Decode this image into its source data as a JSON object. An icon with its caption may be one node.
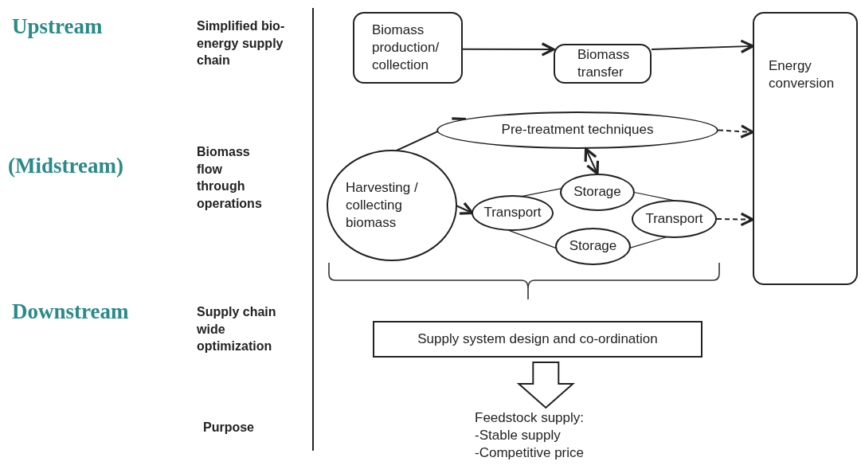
{
  "diagram": {
    "nodes": [
      {
        "text": [
          "Biomass production/ collection"
        ]
      },
      {
        "text": [
          "Biomass transfer"
        ]
      },
      {
        "text": [
          "Energy conversion"
        ]
      },
      {
        "text": [
          "Pre-treatment techniques"
        ]
      },
      {
        "text": [
          "Harvesting / collecting biomass"
        ]
      },
      {
        "text": [
          "Storage"
        ]
      },
      {
        "text": [
          "Transport"
        ]
      },
      {
        "text": [
          "Transport"
        ]
      },
      {
        "text": [
          "Storage"
        ]
      },
      {
        "text": [
          "Supply system design and co-ordination"
        ]
      },
      {
        "text": [
          "Feedstock supply:",
          "-Stable supply",
          "-Competitive price"
        ]
      }
    ],
    "edges": [
      {
        "from": 0,
        "to": 1,
        "arrow": "to"
      },
      {
        "from": 1,
        "to": 2,
        "arrow": "to"
      },
      {
        "from": 4,
        "to": 3,
        "arrow": "to"
      },
      {
        "from": 3,
        "to": 5,
        "arrow": "both"
      },
      {
        "from": 4,
        "to": 6,
        "arrow": "to"
      },
      {
        "from": 6,
        "to": 5,
        "arrow": "none"
      },
      {
        "from": 6,
        "to": 8,
        "arrow": "none"
      },
      {
        "from": 5,
        "to": 7,
        "arrow": "none"
      },
      {
        "from": 8,
        "to": 7,
        "arrow": "none"
      },
      {
        "from": 3,
        "to": 2,
        "arrow": "to",
        "style": "dashed"
      },
      {
        "from": 7,
        "to": 2,
        "arrow": "to",
        "style": "dashed"
      },
      {
        "from": 9,
        "to": 10,
        "arrow": "to",
        "style": "thick"
      }
    ],
    "labels": [
      "Upstream",
      "Simplified bio-energy supply chain",
      "(Midstream)",
      "Biomass flow through operations",
      "Downstream",
      "Supply chain wide optimization",
      "Purpose"
    ]
  }
}
